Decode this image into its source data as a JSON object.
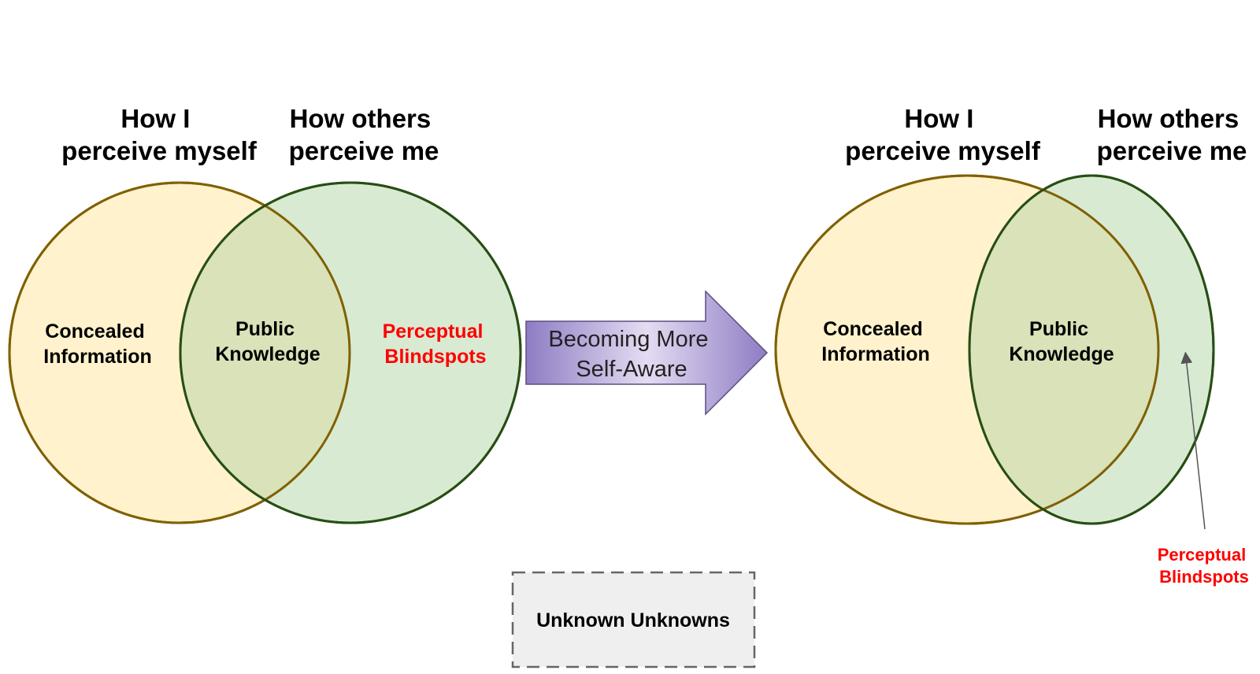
{
  "colors": {
    "self_fill": "#fff2cc",
    "self_stroke": "#7f6000",
    "others_fill": "#d9ead3",
    "others_stroke": "#274e13",
    "overlap_fill": "#d9e2b8",
    "blindspot_text": "#ff0000",
    "arrow_fill_start": "#8e7cc3",
    "arrow_fill_mid": "#e4dcf2",
    "box_fill": "#efefef",
    "box_stroke": "#666666"
  },
  "before": {
    "self_heading": [
      "How I",
      "perceive myself"
    ],
    "others_heading": [
      "How others",
      "perceive me"
    ],
    "concealed": [
      "Concealed",
      "Information"
    ],
    "public": [
      "Public",
      "Knowledge"
    ],
    "blindspots": [
      "Perceptual",
      "Blindspots"
    ]
  },
  "transition": {
    "label": [
      "Becoming More",
      "Self-Aware"
    ]
  },
  "after": {
    "self_heading": [
      "How I",
      "perceive myself"
    ],
    "others_heading": [
      "How others",
      "perceive me"
    ],
    "concealed": [
      "Concealed",
      "Information"
    ],
    "public": [
      "Public",
      "Knowledge"
    ],
    "blindspots": [
      "Perceptual",
      "Blindspots"
    ]
  },
  "unknowns_box": {
    "label": "Unknown Unknowns"
  },
  "icons": {
    "transition_arrow": "right-arrow-icon",
    "callout_pointer": "up-arrow-icon"
  }
}
